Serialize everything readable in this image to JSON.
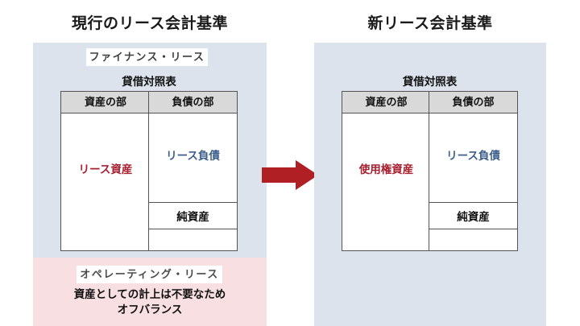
{
  "panels": {
    "current": {
      "heading": "現行のリース会計基準",
      "finance_chip": "ファイナンス・リース",
      "bs_title": "貸借対照表",
      "balance_sheet": {
        "columns": [
          "資産の部",
          "負債の部"
        ],
        "asset_label": "リース資産",
        "liability_label": "リース負債",
        "equity_label": "純資産"
      },
      "operating_chip": "オペレーティング・リース",
      "offbalance_note_line1": "資産としての計上は不要なため",
      "offbalance_note_line2": "オフバランス"
    },
    "new": {
      "heading": "新リース会計基準",
      "bs_title": "貸借対照表",
      "balance_sheet": {
        "columns": [
          "資産の部",
          "負債の部"
        ],
        "asset_label": "使用権資産",
        "liability_label": "リース負債",
        "equity_label": "純資産"
      }
    }
  },
  "arrow": {
    "name": "transition-arrow",
    "direction": "right",
    "color": "#b01f24"
  },
  "colors": {
    "panel_blue": "#dce3ec",
    "panel_pink": "#f7dfe2",
    "asset_red": "#a8202f",
    "liability_blue": "#3d5f8c",
    "table_border": "#545454",
    "header_fill": "#d9d9d9",
    "arrow_red": "#b01f24",
    "background": "#ffffff"
  }
}
